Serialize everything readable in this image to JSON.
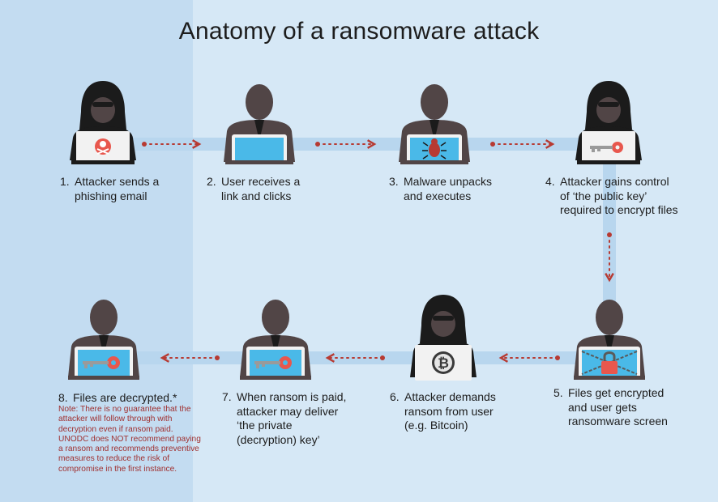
{
  "title": "Anatomy of a ransomware attack",
  "colors": {
    "background": "#d6e8f6",
    "left_panel": "#c3dcf1",
    "connector": "#b8d6ee",
    "arrow": "#b73a32",
    "person": "#514546",
    "hacker": "#1b1b1b",
    "laptop_screen": "#4ab9e8",
    "laptop_white": "#f2f2f2",
    "key": "#e8574d",
    "note_text": "#a03030"
  },
  "steps": [
    {
      "number": "1.",
      "text": "Attacker sends a phishing email",
      "actor": "attacker",
      "screen_icon": "skull-crossbones-icon"
    },
    {
      "number": "2.",
      "text": "User receives a link and clicks",
      "actor": "user",
      "screen_icon": "blank-screen"
    },
    {
      "number": "3.",
      "text": "Malware unpacks and executes",
      "actor": "user",
      "screen_icon": "bug-icon"
    },
    {
      "number": "4.",
      "text": "Attacker gains control of ‘the public key’ required to encrypt files",
      "actor": "attacker",
      "screen_icon": "key-icon"
    },
    {
      "number": "5.",
      "text": "Files get encrypted and user gets ransomware screen",
      "actor": "user",
      "screen_icon": "chain-padlock-icon"
    },
    {
      "number": "6.",
      "text": "Attacker demands ransom from user (e.g. Bitcoin)",
      "actor": "attacker",
      "screen_icon": "bitcoin-icon"
    },
    {
      "number": "7.",
      "text": "When ransom is paid, attacker may deliver ‘the private (decryption) key’",
      "actor": "user",
      "screen_icon": "key-icon"
    },
    {
      "number": "8.",
      "text": "Files are decrypted.*",
      "actor": "user",
      "screen_icon": "key-icon"
    }
  ],
  "note": "Note: There is no guarantee that the attacker will follow through with decryption even if ransom paid. UNODC does NOT recommend paying a ransom and recommends preventive measures to reduce the risk of compromise in the first instance."
}
